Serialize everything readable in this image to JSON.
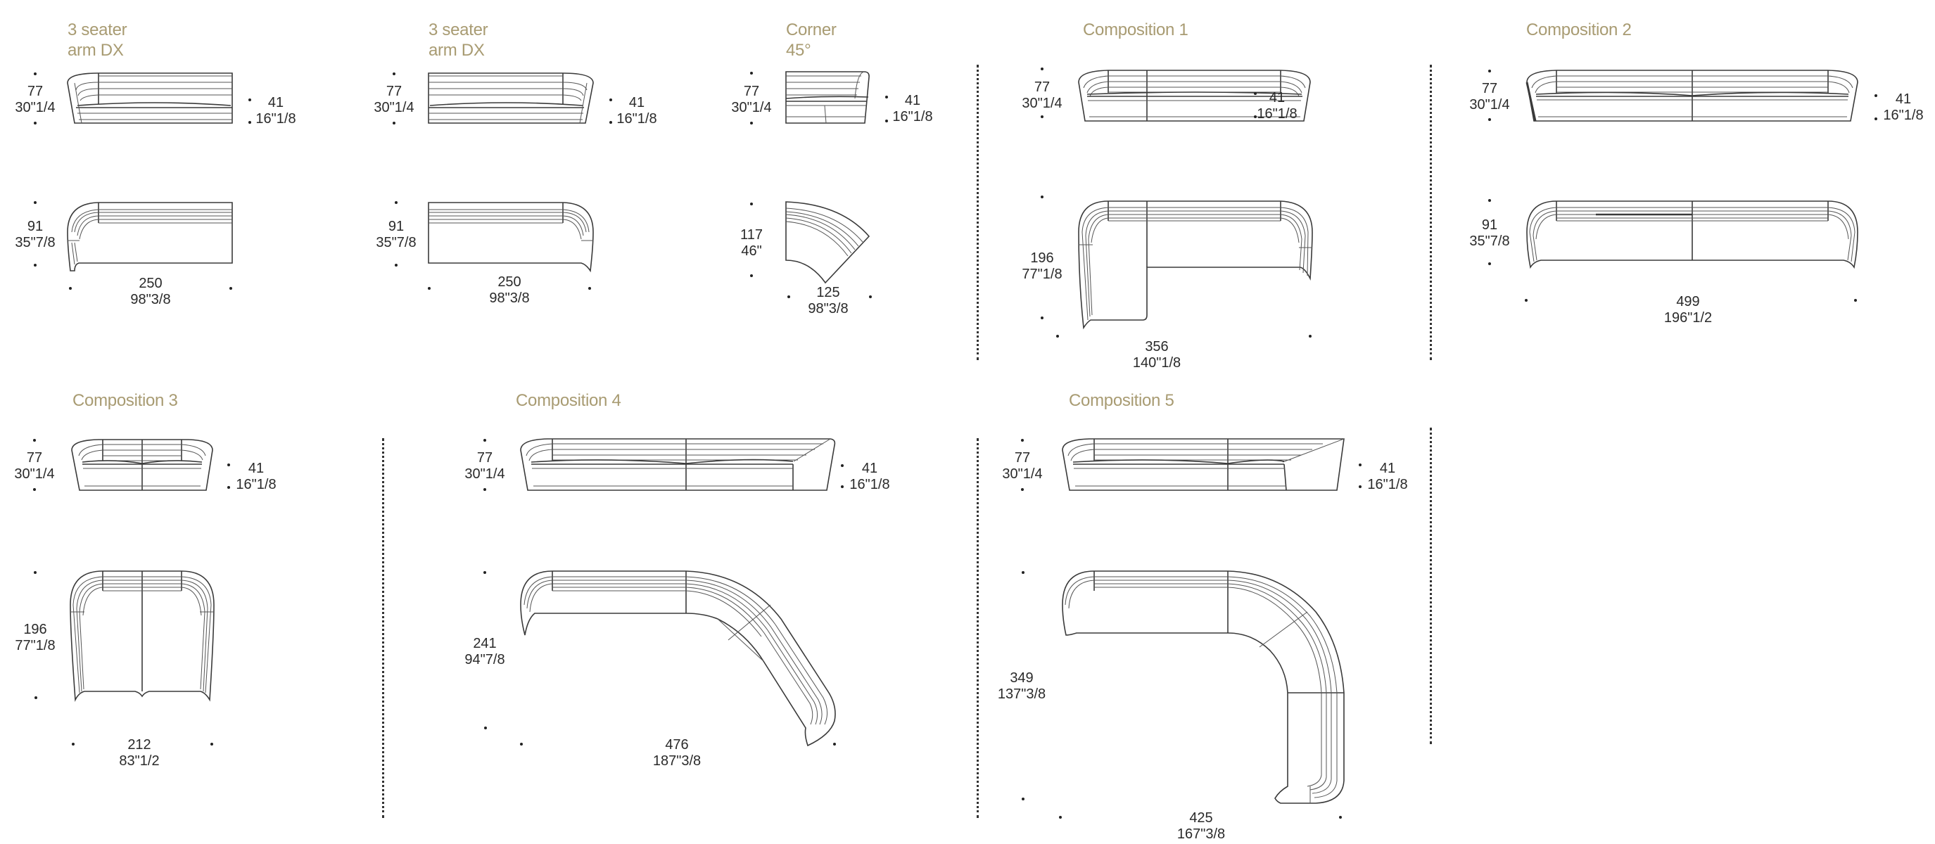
{
  "sections": [
    {
      "id": "3-seater-arm-dx-left",
      "title": [
        "3 seater",
        "arm DX"
      ],
      "front": {
        "height_cm": "77",
        "height_in": "30\"1/4",
        "seat_cm": "41",
        "seat_in": "16\"1/8"
      },
      "top": {
        "depth_cm": "91",
        "depth_in": "35\"7/8",
        "width_cm": "250",
        "width_in": "98\"3/8"
      }
    },
    {
      "id": "3-seater-arm-dx-right",
      "title": [
        "3 seater",
        "arm DX"
      ],
      "front": {
        "height_cm": "77",
        "height_in": "30\"1/4",
        "seat_cm": "41",
        "seat_in": "16\"1/8"
      },
      "top": {
        "depth_cm": "91",
        "depth_in": "35\"7/8",
        "width_cm": "250",
        "width_in": "98\"3/8"
      }
    },
    {
      "id": "corner-45",
      "title": [
        "Corner",
        "45°"
      ],
      "front": {
        "height_cm": "77",
        "height_in": "30\"1/4",
        "seat_cm": "41",
        "seat_in": "16\"1/8"
      },
      "top": {
        "depth_cm": "117",
        "depth_in": "46\"",
        "width_cm": "125",
        "width_in": "98\"3/8"
      }
    },
    {
      "id": "composition-1",
      "title": [
        "Composition 1"
      ],
      "front": {
        "height_cm": "77",
        "height_in": "30\"1/4",
        "seat_cm": "41",
        "seat_in": "16\"1/8"
      },
      "top": {
        "depth_cm": "196",
        "depth_in": "77\"1/8",
        "width_cm": "356",
        "width_in": "140\"1/8"
      }
    },
    {
      "id": "composition-2",
      "title": [
        "Composition 2"
      ],
      "front": {
        "height_cm": "77",
        "height_in": "30\"1/4",
        "seat_cm": "41",
        "seat_in": "16\"1/8"
      },
      "top": {
        "depth_cm": "91",
        "depth_in": "35\"7/8",
        "width_cm": "499",
        "width_in": "196\"1/2"
      }
    },
    {
      "id": "composition-3",
      "title": [
        "Composition 3"
      ],
      "front": {
        "height_cm": "77",
        "height_in": "30\"1/4",
        "seat_cm": "41",
        "seat_in": "16\"1/8"
      },
      "top": {
        "depth_cm": "196",
        "depth_in": "77\"1/8",
        "width_cm": "212",
        "width_in": "83\"1/2"
      }
    },
    {
      "id": "composition-4",
      "title": [
        "Composition 4"
      ],
      "front": {
        "height_cm": "77",
        "height_in": "30\"1/4",
        "seat_cm": "41",
        "seat_in": "16\"1/8"
      },
      "top": {
        "depth_cm": "241",
        "depth_in": "94\"7/8",
        "width_cm": "476",
        "width_in": "187\"3/8"
      }
    },
    {
      "id": "composition-5",
      "title": [
        "Composition 5"
      ],
      "front": {
        "height_cm": "77",
        "height_in": "30\"1/4",
        "seat_cm": "41",
        "seat_in": "16\"1/8"
      },
      "top": {
        "depth_cm": "349",
        "depth_in": "137\"3/8",
        "width_cm": "425",
        "width_in": "167\"3/8"
      }
    }
  ],
  "colors": {
    "title": "#a89b72",
    "line": "#3a3a3a",
    "text": "#2a2a2a"
  }
}
